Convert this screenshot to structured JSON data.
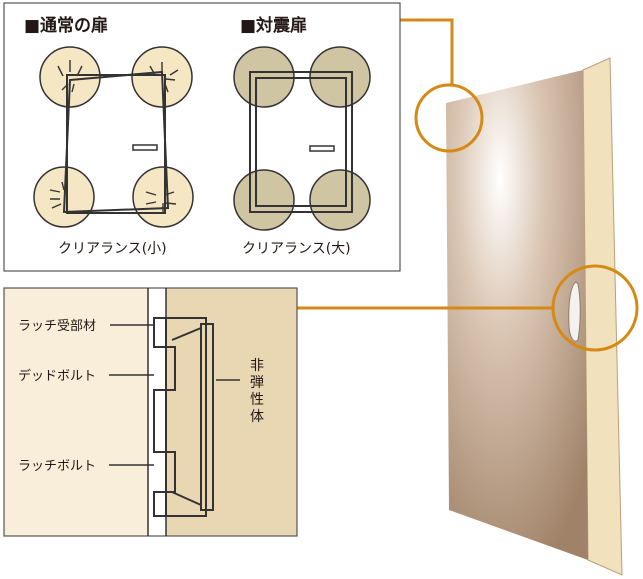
{
  "top_panel": {
    "normal_door": {
      "heading": "■通常の扉",
      "caption": "クリアランス(小)"
    },
    "seismic_door": {
      "heading": "■対震扉",
      "caption": "クリアランス(大)"
    }
  },
  "lock_panel": {
    "labels": {
      "strike_plate": "ラッチ受部材",
      "dead_bolt": "デッドボルト",
      "latch_bolt": "ラッチボルト",
      "non_elastic": [
        "非",
        "弾",
        "性",
        "体"
      ]
    }
  },
  "colors": {
    "callout_orange": "#D48A14",
    "door_face": "#A88870",
    "door_edge": "#F1E1BD",
    "wall_cream": "#F9EED9",
    "wall_tan": "#E9D6B2",
    "circle_normal": "#F6E7C4",
    "circle_seismic": "#D0C5A3"
  }
}
